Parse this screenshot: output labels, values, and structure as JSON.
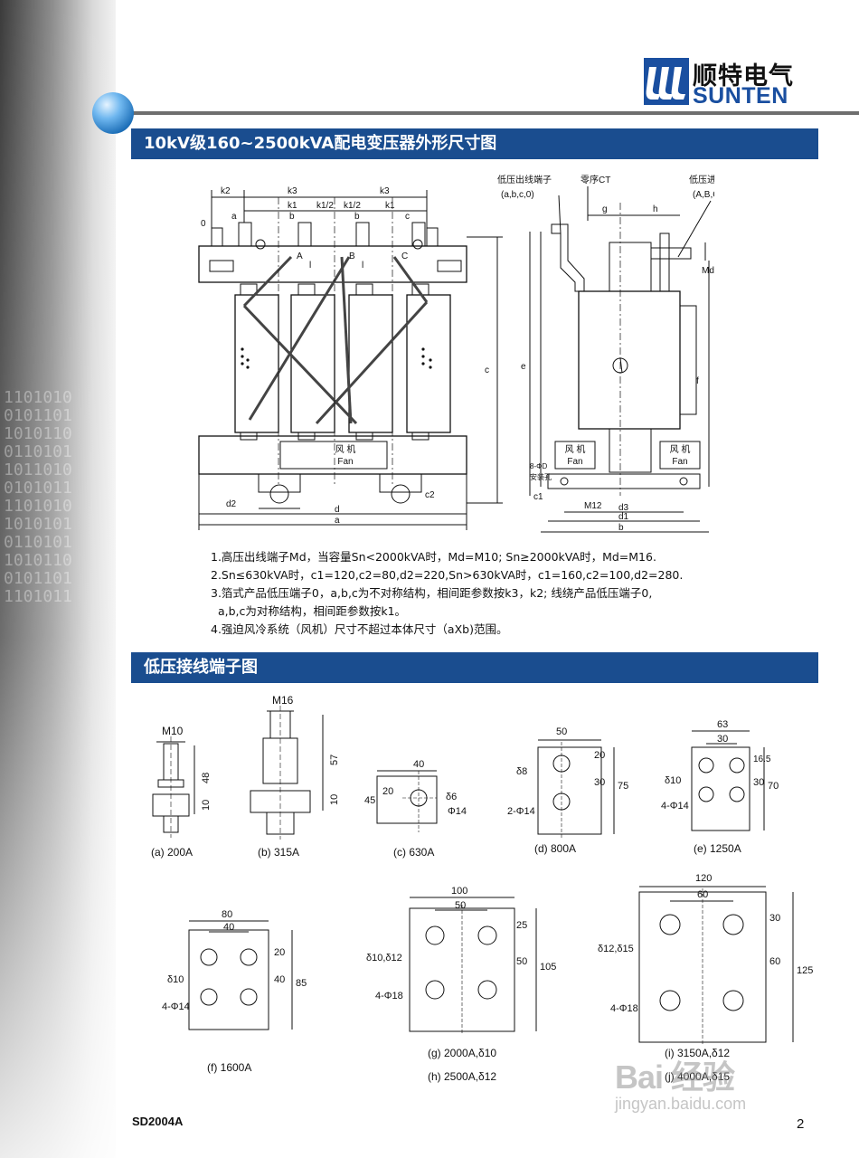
{
  "logo": {
    "cn": "顺特电气",
    "en": "SUNTEN"
  },
  "section1": {
    "title": "10kV级160~2500kVA配电变压器外形尺寸图"
  },
  "drawing_labels": {
    "k2": "k2",
    "k3": "k3",
    "k1": "k1",
    "k1_half": "k1/2",
    "o": "0",
    "a": "a",
    "b": "b",
    "c": "c",
    "A": "A",
    "B": "B",
    "C": "C",
    "l": "l",
    "c_side": "c",
    "d2": "d2",
    "c2": "c2",
    "d": "d",
    "a_dim": "a",
    "fan_cn": "风 机",
    "fan_en": "Fan",
    "lv_out": "低压出线端子",
    "lv_out_sub": "(a,b,c,0)",
    "zero_ct": "零序CT",
    "lv_in": "低压进线端子",
    "lv_in_sub": "(A,B,C)",
    "g": "g",
    "h": "h",
    "md": "Md",
    "e": "e",
    "f": "f",
    "hole": "8-ΦD",
    "hole2": "安装孔",
    "c1": "c1",
    "m12": "M12",
    "d3": "d3",
    "d1": "d1",
    "b_dim": "b"
  },
  "notes": [
    "1.高压出线端子Md，当容量Sn<2000kVA时，Md=M10; Sn≥2000kVA时，Md=M16.",
    "2.Sn≤630kVA时，c1=120,c2=80,d2=220,Sn>630kVA时，c1=160,c2=100,d2=280.",
    "3.箔式产品低压端子0，a,b,c为不对称结构，相间距参数按k3，k2; 线绕产品低压端子0,",
    "  a,b,c为对称结构，相间距参数按k1。",
    "4.强迫风冷系统（风机）尺寸不超过本体尺寸（aXb)范围。"
  ],
  "section2": {
    "title": "低压接线端子图"
  },
  "terminals": {
    "a": {
      "caption": "(a)    200A",
      "bolt": "M10",
      "h1": "48",
      "h2": "10"
    },
    "b": {
      "caption": "(b)    315A",
      "bolt": "M16",
      "h1": "57",
      "h2": "10"
    },
    "c": {
      "caption": "(c)    630A",
      "w": "40",
      "h": "45",
      "off": "20",
      "thk": "δ6",
      "hole": "Φ14"
    },
    "d": {
      "caption": "(d)    800A",
      "w": "50",
      "top": "20",
      "mid": "30",
      "h": "75",
      "thk": "δ8",
      "hole": "2-Φ14"
    },
    "e": {
      "caption": "(e)    1250A",
      "w": "63",
      "inner": "30",
      "top": "16.5",
      "mid": "30",
      "h": "70",
      "thk": "δ10",
      "hole": "4-Φ14"
    },
    "f": {
      "caption": "(f)    1600A",
      "w": "80",
      "inner": "40",
      "top": "20",
      "mid": "40",
      "h": "85",
      "thk": "δ10",
      "hole": "4-Φ14"
    },
    "g": {
      "caption": "(g)      2000A,δ10",
      "caption2": "(h)      2500A,δ12",
      "w": "100",
      "inner": "50",
      "top": "25",
      "mid": "50",
      "h": "105",
      "thk": "δ10,δ12",
      "hole": "4-Φ18"
    },
    "i": {
      "caption": "(i)    3150A,δ12",
      "caption2": "(j)    4000A,δ15",
      "w": "120",
      "inner": "60",
      "top": "30",
      "mid": "60",
      "h": "125",
      "thk": "δ12,δ15",
      "hole": "4-Φ18"
    }
  },
  "footer": {
    "code": "SD2004A",
    "page": "2"
  },
  "watermark": {
    "line1": "Bai 经验",
    "line2": "jingyan.baidu.com"
  },
  "side_bits": "1101010\n0101101\n1010110\n0110101\n1011010\n0101011\n1101010\n1010101\n0110101\n1010110\n0101101\n1101011",
  "colors": {
    "band": "#1a4d8f",
    "logo_blue": "#1a4fa0",
    "rule": "#6e6e6e"
  }
}
